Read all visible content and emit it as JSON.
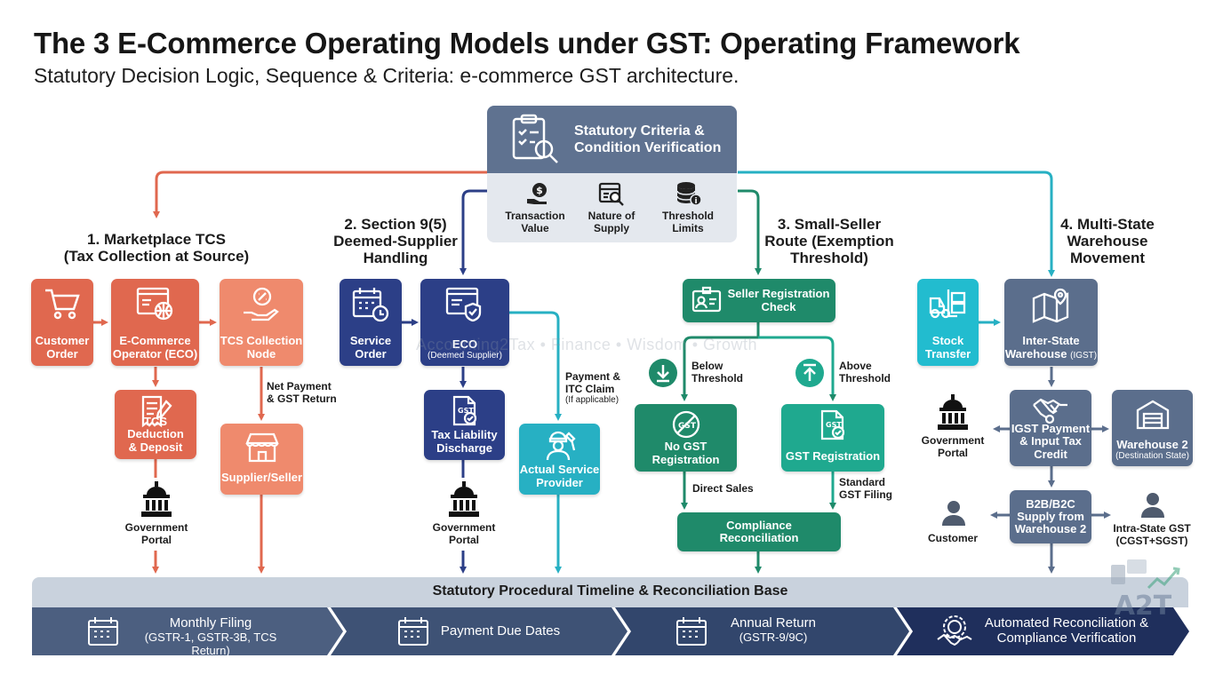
{
  "header": {
    "title": "The 3 E-Commerce Operating Models under GST: Operating Framework",
    "subtitle": "Statutory Decision Logic, Sequence & Criteria: e-commerce GST architecture."
  },
  "criteria": {
    "title_line1": "Statutory Criteria &",
    "title_line2": "Condition Verification",
    "items": [
      {
        "line1": "Transaction",
        "line2": "Value",
        "icon": "dollar-hand-icon"
      },
      {
        "line1": "Nature of",
        "line2": "Supply",
        "icon": "document-search-icon"
      },
      {
        "line1": "Threshold",
        "line2": "Limits",
        "icon": "database-info-icon"
      }
    ]
  },
  "model1": {
    "heading_line1": "1. Marketplace TCS",
    "heading_line2": "(Tax Collection at Source)",
    "customer_order": [
      "Customer",
      "Order"
    ],
    "eco": [
      "E-Commerce",
      "Operator (ECO)"
    ],
    "tcs_node": [
      "TCS Collection",
      "Node"
    ],
    "tcs_deduction": [
      "TCS Deduction",
      "& Deposit"
    ],
    "supplier": "Supplier/Seller",
    "net_payment": [
      "Net Payment",
      "& GST Return"
    ],
    "gov": [
      "Government",
      "Portal"
    ]
  },
  "model2": {
    "heading_line1": "2. Section 9(5)",
    "heading_line2": "Deemed-Supplier",
    "heading_line3": "Handling",
    "service_order": [
      "Service",
      "Order"
    ],
    "eco": "ECO",
    "eco_sub": "(Deemed Supplier)",
    "tax_liability": [
      "Tax Liability",
      "Discharge"
    ],
    "provider": [
      "Actual Service",
      "Provider"
    ],
    "payment": [
      "Payment &",
      "ITC Claim"
    ],
    "payment_sub": "(If applicable)",
    "gov": [
      "Government",
      "Portal"
    ]
  },
  "model3": {
    "heading_line1": "3. Small-Seller",
    "heading_line2": "Route (Exemption",
    "heading_line3": "Threshold)",
    "registration_check": [
      "Seller Registration",
      "Check"
    ],
    "below": [
      "Below",
      "Threshold"
    ],
    "above": [
      "Above",
      "Threshold"
    ],
    "no_gst": [
      "No GST",
      "Registration"
    ],
    "gst_reg": "GST Registration",
    "direct_sales": "Direct Sales",
    "standard_filing": [
      "Standard",
      "GST Filing"
    ],
    "compliance": [
      "Compliance",
      "Reconciliation"
    ]
  },
  "model4": {
    "heading_line1": "4. Multi-State",
    "heading_line2": "Warehouse",
    "heading_line3": "Movement",
    "stock_transfer": [
      "Stock",
      "Transfer"
    ],
    "inter_state": "Inter-State",
    "inter_state_2": "Warehouse",
    "inter_state_sub": "(IGST)",
    "igst_payment": [
      "IGST Payment",
      "& Input Tax",
      "Credit"
    ],
    "warehouse2": "Warehouse 2",
    "warehouse2_sub": "(Destination State)",
    "gov": [
      "Government",
      "Portal"
    ],
    "supply": [
      "B2B/B2C",
      "Supply from",
      "Warehouse 2"
    ],
    "customer": "Customer",
    "intra": [
      "Intra-State GST",
      "(CGST+SGST)"
    ]
  },
  "timeline": {
    "title": "Statutory Procedural Timeline & Reconciliation Base",
    "steps": [
      {
        "line1": "Monthly Filing",
        "line2": "(GSTR-1, GSTR-3B, TCS Return)"
      },
      {
        "line1": "Payment Due Dates",
        "line2": ""
      },
      {
        "line1": "Annual Return",
        "line2": "(GSTR-9/9C)"
      },
      {
        "line1": "Automated Reconciliation &",
        "line2": "Compliance Verification"
      }
    ]
  },
  "watermark": "Accounting2Tax • Finance • Wisdom • Growth",
  "logo_text": "A2T",
  "colors": {
    "orange": "#e0684f",
    "light_orange": "#ef8a6d",
    "navy": "#2c3f87",
    "teal": "#27b0c3",
    "green": "#1f8a6a",
    "slate": "#5b6e8c"
  }
}
